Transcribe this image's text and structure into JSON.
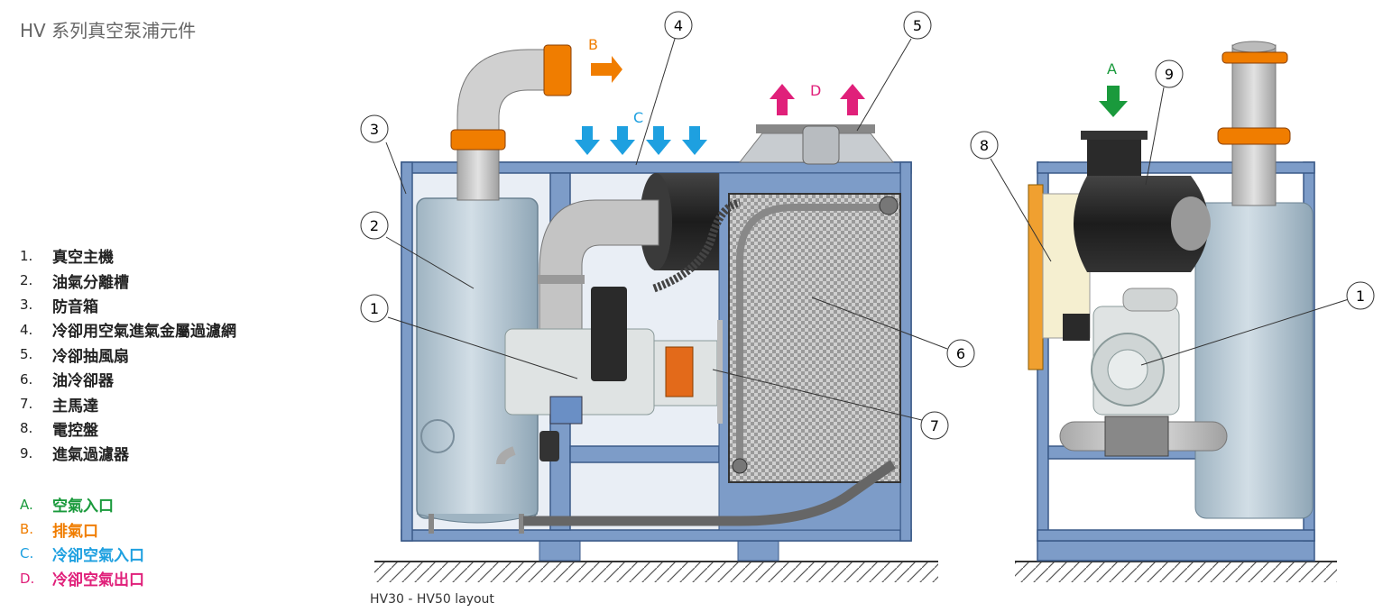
{
  "title": "HV 系列真空泵浦元件",
  "parts": [
    {
      "key": "1.",
      "label": "真空主機"
    },
    {
      "key": "2.",
      "label": "油氣分離槽"
    },
    {
      "key": "3.",
      "label": "防音箱"
    },
    {
      "key": "4.",
      "label": "冷卻用空氣進氣金屬過濾網"
    },
    {
      "key": "5.",
      "label": "冷卻抽風扇"
    },
    {
      "key": "6.",
      "label": "油冷卻器"
    },
    {
      "key": "7.",
      "label": "主馬達"
    },
    {
      "key": "8.",
      "label": "電控盤"
    },
    {
      "key": "9.",
      "label": "進氣過濾器"
    }
  ],
  "flows": [
    {
      "key": "A.",
      "label": "空氣入口",
      "color": "#1a9a3c"
    },
    {
      "key": "B.",
      "label": "排氣口",
      "color": "#f07d00"
    },
    {
      "key": "C.",
      "label": "冷卻空氣入口",
      "color": "#1ea0e0"
    },
    {
      "key": "D.",
      "label": "冷卻空氣出口",
      "color": "#e0207a"
    }
  ],
  "callouts": {
    "c1": "1",
    "c2": "2",
    "c3": "3",
    "c4": "4",
    "c5": "5",
    "c6": "6",
    "c7": "7",
    "c8": "8",
    "c9": "9",
    "c1b": "1"
  },
  "arrow_labels": {
    "a": "A",
    "b": "B",
    "c": "C",
    "d": "D"
  },
  "caption": "HV30 - HV50 layout",
  "colors": {
    "frame": "#7d9cc8",
    "tank": "#b8cad6",
    "orange": "#f07d00",
    "dark": "#2a2a2a",
    "pipe": "#c8c8c8",
    "panel": "#f5efd0"
  }
}
